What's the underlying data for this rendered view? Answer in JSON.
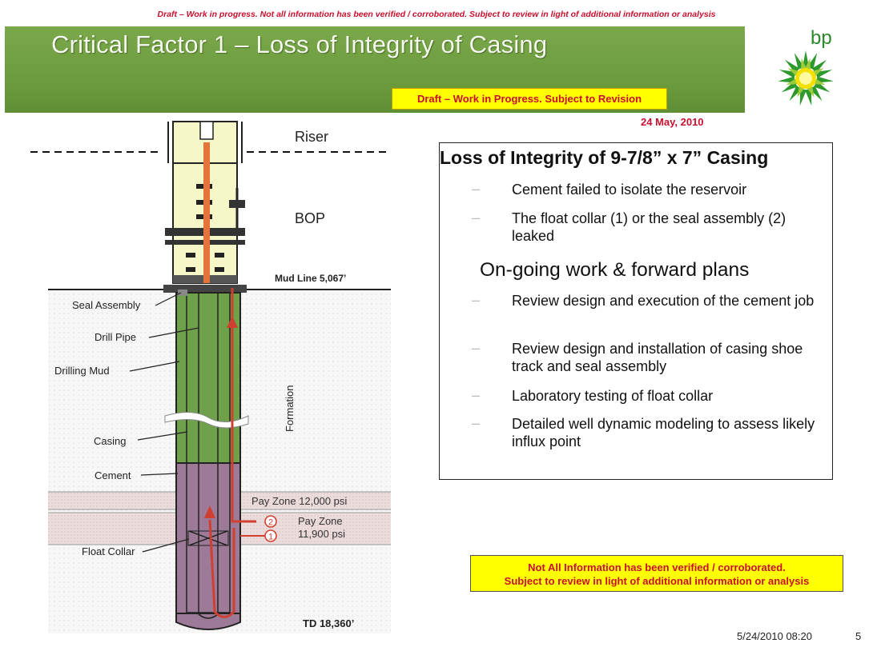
{
  "header": {
    "top_banner": "Draft – Work in progress.  Not all information has been verified / corroborated.  Subject to review in light of additional information or analysis",
    "title": "Critical Factor 1 – Loss of Integrity of Casing",
    "draft_badge": "Draft – Work in Progress.  Subject to Revision",
    "date": "24 May, 2010",
    "logo_text": "bp"
  },
  "diagram": {
    "riser": "Riser",
    "bop": "BOP",
    "mud_line": "Mud Line 5,067’",
    "formation": "Formation",
    "seal_assembly": "Seal Assembly",
    "drill_pipe": "Drill Pipe",
    "drilling_mud": "Drilling Mud",
    "casing": "Casing",
    "cement": "Cement",
    "float_collar": "Float Collar",
    "pay_zone_1": "Pay Zone 12,000 psi",
    "pay_zone_2_a": "Pay Zone",
    "pay_zone_2_b": "11,900 psi",
    "marker_1": "1",
    "marker_2": "2",
    "td": "TD 18,360’"
  },
  "panel": {
    "title": "Loss of Integrity of 9-7/8” x 7” Casing",
    "bullets_1": [
      "Cement failed to isolate the reservoir",
      "The float collar (1) or the seal assembly (2) leaked"
    ],
    "subhead": "On-going work & forward plans",
    "bullets_2": [
      "Review design and execution of the cement job",
      "Review design and installation of casing shoe track and seal assembly",
      "Laboratory testing of float collar",
      "Detailed well dynamic modeling to assess likely influx point"
    ],
    "dash": "–"
  },
  "footnote": {
    "line1": "Not All Information has been verified / corroborated.",
    "line2": "Subject to review in light of additional information or analysis"
  },
  "footer": {
    "timestamp": "5/24/2010 08:20",
    "page": "5"
  },
  "colors": {
    "title_band": "#6a9a3c",
    "alert_red": "#c8102e",
    "highlight": "#ffff00",
    "mud_green": "#6fa04a",
    "cement_purple": "#9c7a98",
    "flow_red": "#d04030"
  }
}
